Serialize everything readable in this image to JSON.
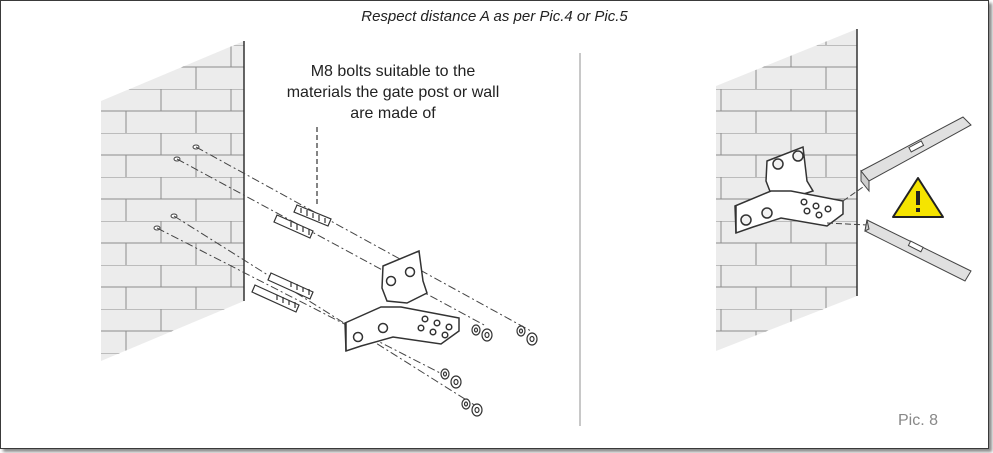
{
  "header": {
    "title": "Respect distance A as per Pic.4 or Pic.5"
  },
  "left_panel": {
    "note_lines": [
      "M8 bolts suitable to the",
      "materials the gate post or wall",
      "are made of"
    ]
  },
  "right_panel": {
    "warning_icon": "warning-triangle-icon",
    "warning_color": "#f5e400"
  },
  "footer": {
    "pic_label": "Pic. 8"
  }
}
